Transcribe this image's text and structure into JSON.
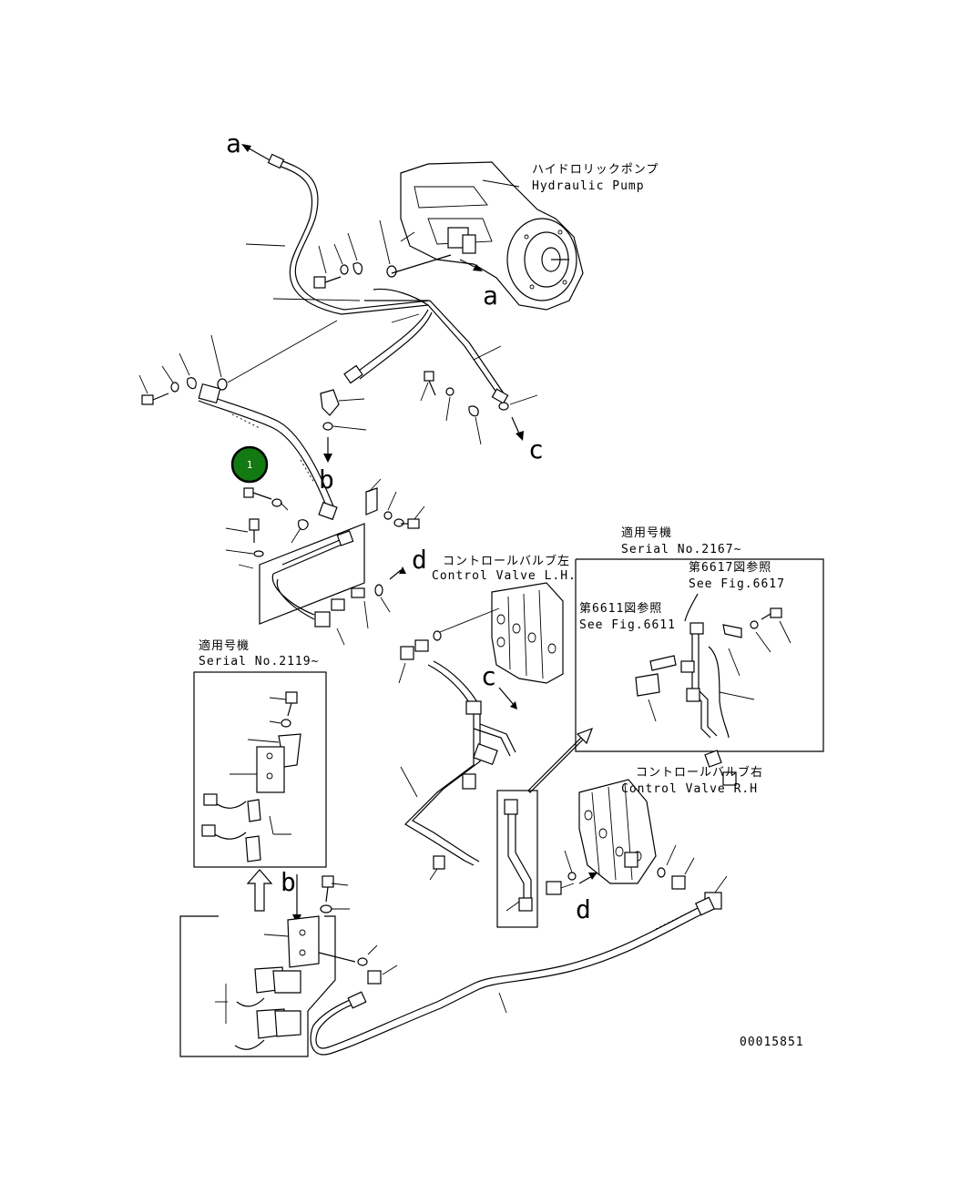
{
  "labels": {
    "hydraulic_pump_jp": "ハイドロリックポンプ",
    "hydraulic_pump_en": "Hydraulic Pump",
    "control_valve_lh_jp": "コントロールバルブ左",
    "control_valve_lh_en": "Control Valve L.H.",
    "control_valve_rh_jp": "コントロールバルブ右",
    "control_valve_rh_en": "Control Valve R.H",
    "serial_2167_jp": "適用号機",
    "serial_2167_en": "Serial No.2167~",
    "see_6617_jp": "第6617図参照",
    "see_6617_en": "See Fig.6617",
    "see_6611_jp": "第6611図参照",
    "see_6611_en": "See Fig.6611",
    "serial_2119_jp": "適用号機",
    "serial_2119_en": "Serial No.2119~",
    "drawing_number": "00015851"
  },
  "letters": {
    "a_top": "a",
    "a_pump": "a",
    "b_mid": "b",
    "b_low": "b",
    "c_right": "c",
    "c_mid": "c",
    "d_mid": "d",
    "d_low": "d"
  },
  "callout": {
    "number": "1",
    "color": "#137a13"
  }
}
